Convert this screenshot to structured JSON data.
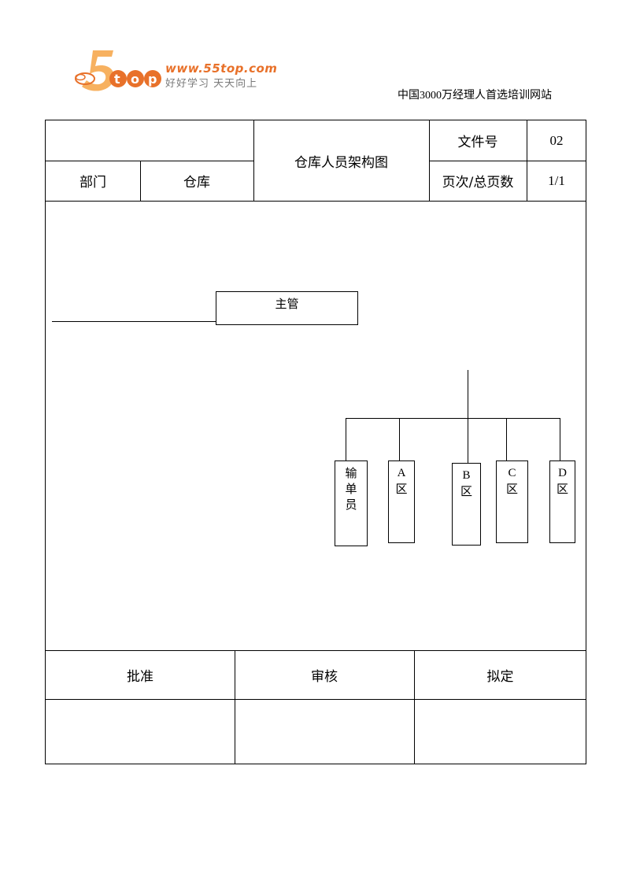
{
  "header": {
    "logo_url_text": "www.55top.com",
    "logo_slogan": "好好学习 天天向上",
    "tagline": "中国3000万经理人首选培训网站"
  },
  "doc_table": {
    "title": "仓库人员架构图",
    "file_no_label": "文件号",
    "file_no_value": "02",
    "dept_label": "部门",
    "dept_value": "仓库",
    "page_label": "页次/总页数",
    "page_value": "1/1"
  },
  "org_chart": {
    "top": "主管",
    "children": [
      {
        "line1": "输",
        "line2": "单",
        "line3": "员"
      },
      {
        "line1": "A",
        "line2": "区"
      },
      {
        "line1": "B",
        "line2": "区"
      },
      {
        "line1": "C",
        "line2": "区"
      },
      {
        "line1": "D",
        "line2": "区"
      }
    ]
  },
  "signoff": {
    "approve_label": "批准",
    "review_label": "审核",
    "draft_label": "拟定"
  }
}
